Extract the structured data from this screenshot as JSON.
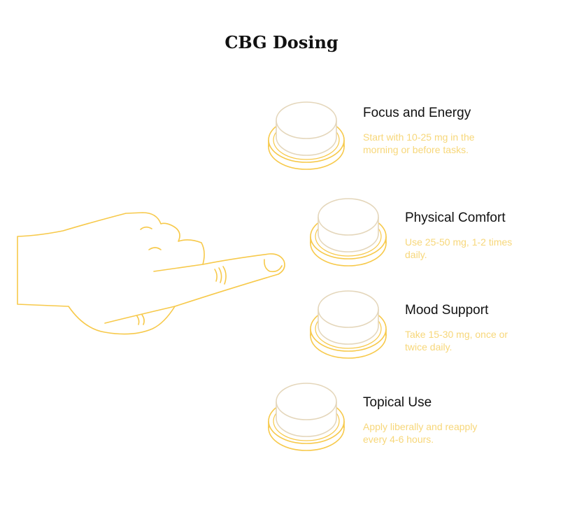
{
  "title": "CBG Dosing",
  "colors": {
    "accent": "#f7c94a",
    "accent_light": "#f7d77a",
    "pill_top": "#e4d6ba",
    "text_dark": "#111111"
  },
  "icons": {
    "hand": "pointing-hand-icon",
    "pill": "pill-icon"
  },
  "steps": [
    {
      "title": "Focus and Energy",
      "description": "Start with 10-25 mg in the morning or before tasks."
    },
    {
      "title": "Physical Comfort",
      "description": "Use 25-50 mg, 1-2 times daily."
    },
    {
      "title": "Mood Support",
      "description": "Take 15-30 mg, once or twice daily."
    },
    {
      "title": "Topical Use",
      "description": "Apply liberally and reapply every 4-6 hours."
    }
  ]
}
